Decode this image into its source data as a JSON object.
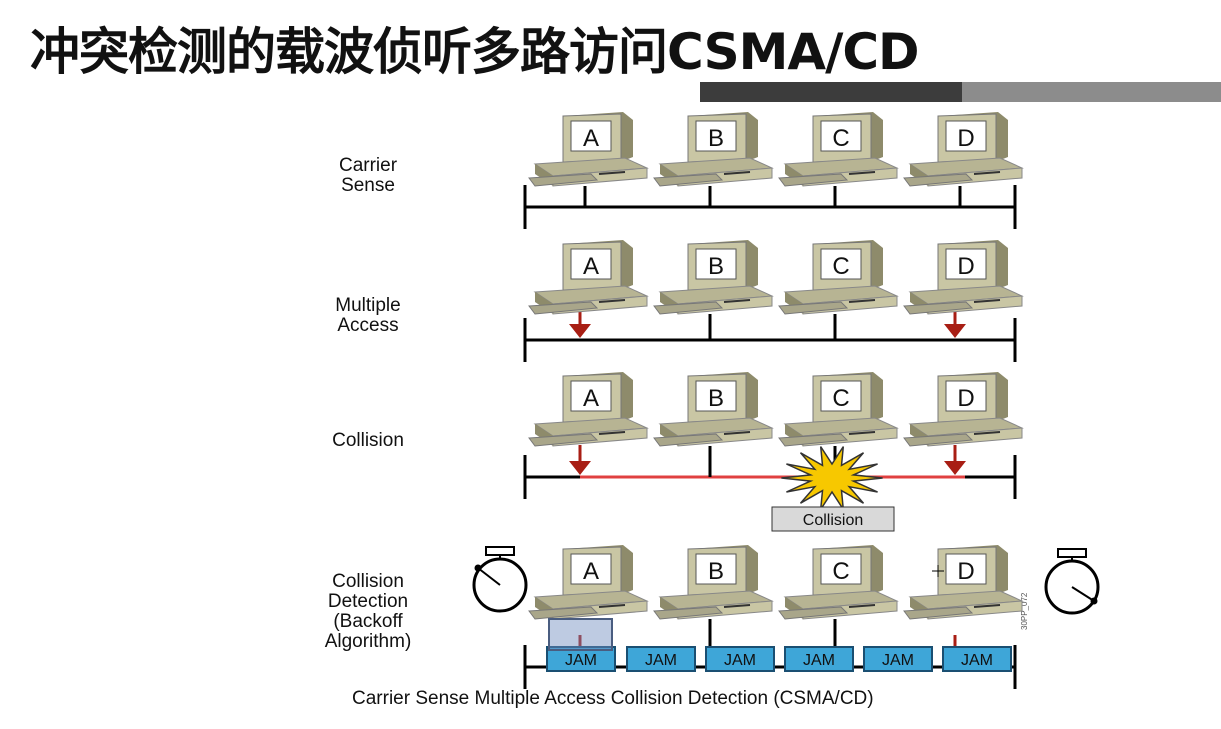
{
  "title": "冲突检测的载波侦听多路访问CSMA/CD",
  "caption": "Carrier Sense Multiple Access Collision Detection (CSMA/CD)",
  "side_code": "30PP_072",
  "stations": [
    "A",
    "B",
    "C",
    "D"
  ],
  "rows": [
    {
      "label": "Carrier\nSense"
    },
    {
      "label": "Multiple\nAccess"
    },
    {
      "label": "Collision"
    },
    {
      "label": "Collision\nDetection\n(Backoff\nAlgorithm)"
    }
  ],
  "collision_label": "Collision",
  "jam_label": "JAM",
  "colors": {
    "computer_body": "#c9c6a4",
    "computer_dark": "#8e8b6b",
    "screen": "#ffffff",
    "arrow": "#a81e14",
    "signal": "#e04040",
    "burst": "#f7c800",
    "jam_fill": "#3ea6d8",
    "jam_border": "#1a4f72",
    "collision_box": "#d9d9d9"
  }
}
